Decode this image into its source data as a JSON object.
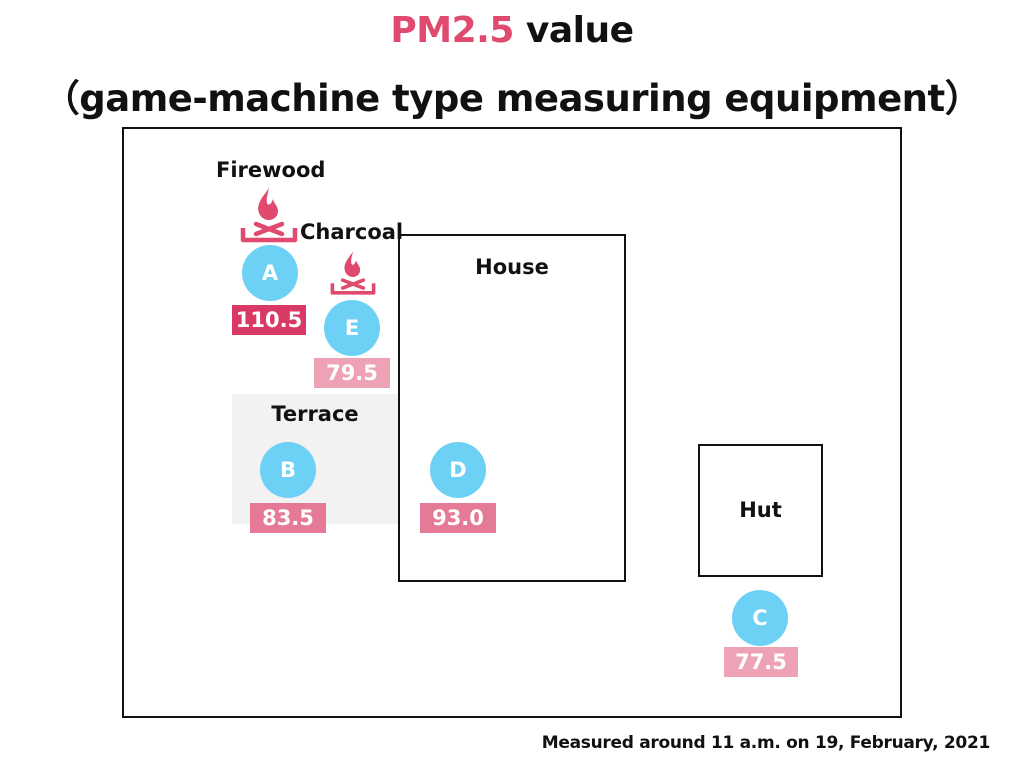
{
  "title": {
    "line1_accent": "PM2.5",
    "line1_rest": " value",
    "line2": "（game-machine type measuring equipment）"
  },
  "areas": {
    "house": "House",
    "hut": "Hut",
    "terrace": "Terrace"
  },
  "sources": {
    "firewood": "Firewood",
    "charcoal": "Charcoal"
  },
  "points": [
    {
      "id": "A",
      "value": "110.5"
    },
    {
      "id": "B",
      "value": "83.5"
    },
    {
      "id": "C",
      "value": "77.5"
    },
    {
      "id": "D",
      "value": "93.0"
    },
    {
      "id": "E",
      "value": "79.5"
    }
  ],
  "colors": {
    "accent": "#e04a6e",
    "circle": "#6dd0f5",
    "value_high": "#d93a64",
    "value_mid": "#e47a96",
    "value_low": "#eea2b5",
    "terrace_fill": "#f2f2f2"
  },
  "icons": {
    "firewood": "bonfire-icon",
    "charcoal": "bonfire-icon"
  },
  "footnote": "Measured around 11 a.m. on 19, February, 2021"
}
